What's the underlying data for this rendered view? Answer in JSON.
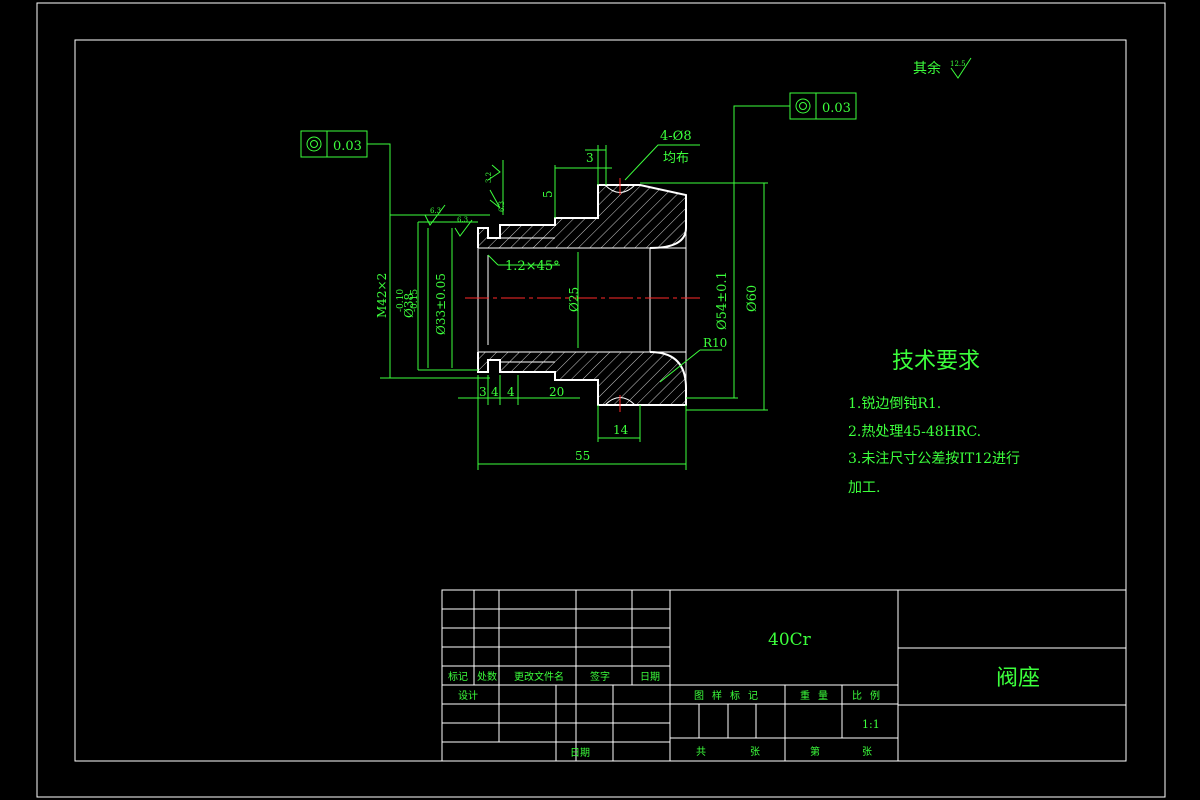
{
  "roughness_note": {
    "label": "其余",
    "value": "12.5"
  },
  "tolerance_frames": [
    {
      "symbol": "◎",
      "value": "0.03"
    },
    {
      "symbol": "◎",
      "value": "0.03"
    }
  ],
  "holes_note": {
    "line1": "4-Ø8",
    "line2": "均布"
  },
  "roughness_marks": [
    "6.3",
    "6.3",
    "6.3",
    "3.2"
  ],
  "dimensions": {
    "d3_top": "3",
    "d5": "5",
    "chamfer": "1.2×45°",
    "m42": "M42×2",
    "d38": "Ø38",
    "d38_tol_upper": "-0.10",
    "d38_tol_lower": "-0.15",
    "d33": "Ø33±0.05",
    "d25": "Ø25",
    "d54": "Ø54±0.1",
    "d60": "Ø60",
    "r10": "R10",
    "b3": "3",
    "b4a": "4",
    "b4b": "4",
    "b20": "20",
    "b14": "14",
    "b55": "55"
  },
  "tech_requirements": {
    "title": "技术要求",
    "items": [
      "1.锐边倒钝R1.",
      "2.热处理45-48HRC.",
      "3.未注尺寸公差按IT12进行",
      "加工."
    ]
  },
  "title_block": {
    "material": "40Cr",
    "part_name": "阀座",
    "rev_headers": [
      "标记",
      "处数",
      "更改文件名",
      "签字",
      "日期"
    ],
    "design": "设计",
    "date": "日期",
    "stage_label": "图样标记",
    "weight_label": "重量",
    "scale_label": "比例",
    "scale": "1:1",
    "total_sheets": "共",
    "sheet_label": "张",
    "sheet_no": "第",
    "sheet_label2": "张"
  }
}
